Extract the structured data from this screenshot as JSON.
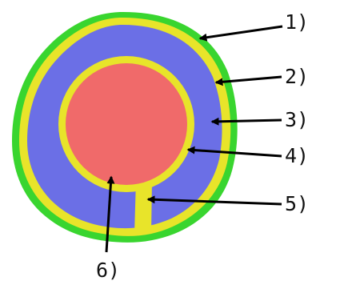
{
  "colors": {
    "outer_ring": "#39d52f",
    "band": "#e8e42a",
    "body": "#6b6fe6",
    "core": "#f06a6a",
    "arrow": "#000000"
  },
  "callouts": [
    {
      "label": "1)",
      "target": "outer-green-layer"
    },
    {
      "label": "2)",
      "target": "outer-yellow-band"
    },
    {
      "label": "3)",
      "target": "blue-body"
    },
    {
      "label": "4)",
      "target": "inner-yellow-ring"
    },
    {
      "label": "5)",
      "target": "yellow-channel"
    },
    {
      "label": "6)",
      "target": "red-core"
    }
  ]
}
